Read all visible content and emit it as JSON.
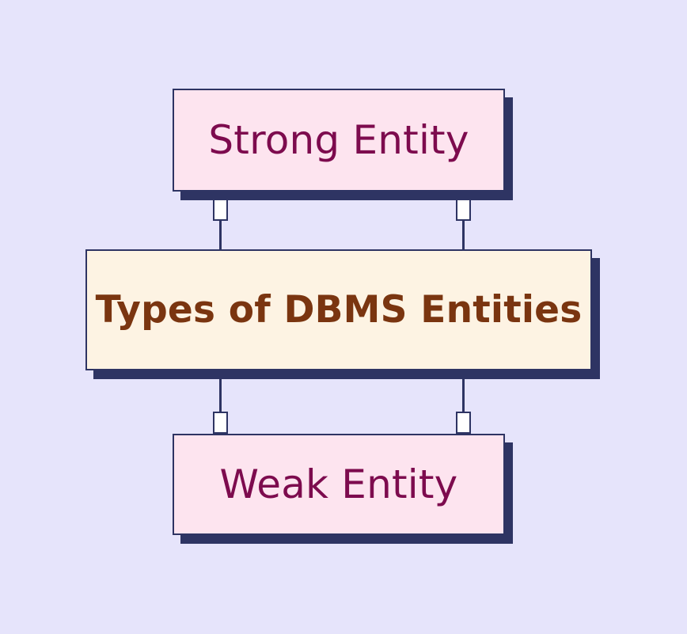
{
  "diagram": {
    "title": "Types of DBMS Entities",
    "background_color": "#e6e4fb",
    "nodes": [
      {
        "id": "strong-entity",
        "label": "Strong Entity",
        "fill_color": "#fde4ef",
        "text_color": "#7d0b4e",
        "border_color": "#2e3463",
        "shadow_color": "#2e3463",
        "position": "top"
      },
      {
        "id": "center-title",
        "label": "Types of DBMS Entities",
        "fill_color": "#fdf3e3",
        "text_color": "#7a3510",
        "border_color": "#2e3463",
        "shadow_color": "#2e3463",
        "position": "center"
      },
      {
        "id": "weak-entity",
        "label": "Weak Entity",
        "fill_color": "#fde4ef",
        "text_color": "#7d0b4e",
        "border_color": "#2e3463",
        "shadow_color": "#2e3463",
        "position": "bottom"
      }
    ],
    "connectors": [
      {
        "id": "strong-to-center-left",
        "from": "strong-entity",
        "to": "center-title",
        "line_color": "#2e3463",
        "node_fill": "#ffffff"
      },
      {
        "id": "strong-to-center-right",
        "from": "strong-entity",
        "to": "center-title",
        "line_color": "#2e3463",
        "node_fill": "#ffffff"
      },
      {
        "id": "center-to-weak-left",
        "from": "center-title",
        "to": "weak-entity",
        "line_color": "#2e3463",
        "node_fill": "#ffffff"
      },
      {
        "id": "center-to-weak-right",
        "from": "center-title",
        "to": "weak-entity",
        "line_color": "#2e3463",
        "node_fill": "#ffffff"
      }
    ]
  }
}
